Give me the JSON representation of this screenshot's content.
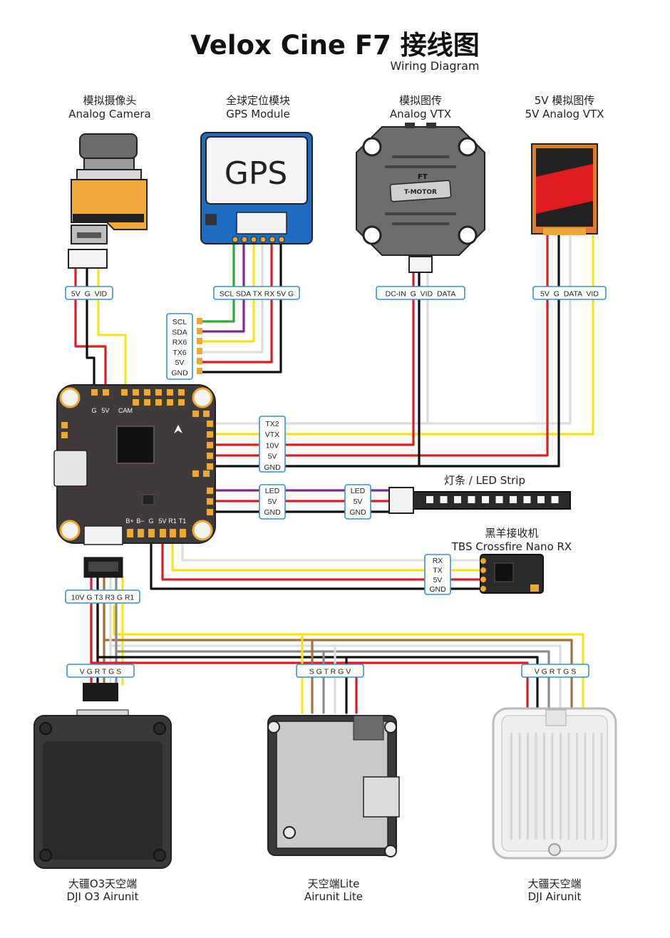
{
  "title": "Velox Cine F7 接线图",
  "subtitle": "Wiring Diagram",
  "colors": {
    "red": "#e11b22",
    "black": "#111111",
    "yellow": "#f7e21a",
    "green": "#2eaa3c",
    "purple": "#7b2d8e",
    "white_wire": "#dddddd",
    "brown": "#a4703b",
    "grey": "#8a8a8a",
    "box_border": "#3a8fd6",
    "board": "#3f3a3b",
    "pad": "#e9a838"
  },
  "devices": {
    "camera": {
      "cn": "模拟摄像头",
      "en": "Analog Camera"
    },
    "gps": {
      "cn": "全球定位模块",
      "en": "GPS Module",
      "chip_label": "GPS"
    },
    "vtx": {
      "cn": "模拟图传",
      "en": "Analog VTX"
    },
    "vtx5v": {
      "cn": "5V 模拟图传",
      "en": "5V Analog VTX"
    },
    "led": {
      "label": "灯条 / LED Strip"
    },
    "rx": {
      "cn": "黑羊接收机",
      "en": "TBS Crossfire Nano RX"
    },
    "o3": {
      "cn": "大疆O3天空端",
      "en": "DJI O3 Airunit"
    },
    "lite": {
      "cn": "天空端Lite",
      "en": "Airunit Lite"
    },
    "dji": {
      "cn": "大疆天空端",
      "en": "DJI Airunit"
    }
  },
  "pin_boxes": {
    "camera": "5V  G  VID",
    "gps": "SCL SDA TX RX 5V G",
    "vtx": "DC-IN  G  VID  DATA",
    "vtx5v": "5V  G  DATA  VID",
    "o3_plug": "10V G T3 R3 G R1",
    "o3": "V G R T G S",
    "lite": "S G T R G V",
    "dji": "V G R T G S"
  },
  "gps_fc_pins": [
    "SCL",
    "SDA",
    "RX6",
    "TX6",
    "5V",
    "GND"
  ],
  "vtx_fc_pins": [
    "TX2",
    "VTX",
    "10V",
    "5V",
    "GND"
  ],
  "led_fc_pins": [
    "LED",
    "5V",
    "GND"
  ],
  "led_strip_pins": [
    "LED",
    "5V",
    "GND"
  ],
  "rx_pins": [
    "RX",
    "TX",
    "5V",
    "GND"
  ],
  "fc_labels": {
    "cam_g": "G",
    "cam_5v": "5V",
    "cam": "CAM",
    "bp": "B+",
    "bm": "B−",
    "g": "G",
    "v5": "5V",
    "r1": "R1",
    "t1": "T1"
  },
  "vtx_logo": "FT",
  "vtx_brand": "T-MOTOR"
}
